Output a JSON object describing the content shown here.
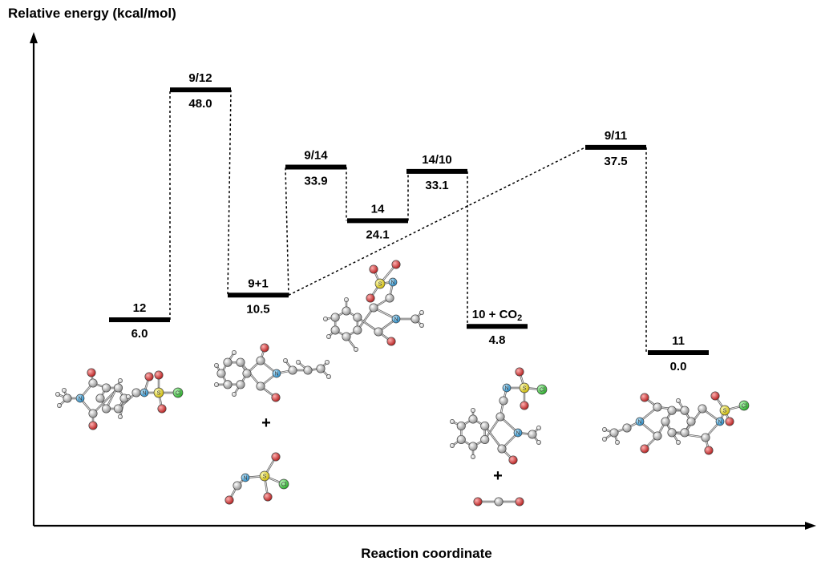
{
  "chart_data": {
    "type": "energy_profile",
    "ylabel": "Relative energy (kcal/mol)",
    "xlabel": "Reaction coordinate",
    "unit": "kcal/mol",
    "ylim": [
      -23,
      56
    ],
    "levels": [
      {
        "label": "12",
        "value": 6.0,
        "display": "6.0"
      },
      {
        "label": "9/12",
        "value": 48.0,
        "display": "48.0"
      },
      {
        "label": "9+1",
        "value": 10.5,
        "display": "10.5"
      },
      {
        "label": "9/14",
        "value": 33.9,
        "display": "33.9"
      },
      {
        "label": "14",
        "value": 24.1,
        "display": "24.1"
      },
      {
        "label": "14/10",
        "value": 33.1,
        "display": "33.1"
      },
      {
        "label": "10 + CO2",
        "value": 4.8,
        "display": "4.8"
      },
      {
        "label": "9/11",
        "value": 37.5,
        "display": "37.5"
      },
      {
        "label": "11",
        "value": 0.0,
        "display": "0.0"
      }
    ],
    "connections": [
      [
        0,
        1
      ],
      [
        1,
        2
      ],
      [
        2,
        3
      ],
      [
        3,
        4
      ],
      [
        4,
        5
      ],
      [
        5,
        6
      ],
      [
        2,
        7
      ],
      [
        7,
        8
      ]
    ],
    "plus_signs": [
      "+",
      "+"
    ],
    "atom_labels": [
      "N",
      "S",
      "Cl"
    ],
    "colors": {
      "level_bar": "#000000",
      "connector": "#000000",
      "carbon": "#b4b4b4",
      "oxygen": "#d43030",
      "nitrogen": "#3aa6e0",
      "sulfur": "#e6dc2a",
      "chlorine": "#3ccc3c",
      "hydrogen": "#f2f2f2"
    }
  }
}
